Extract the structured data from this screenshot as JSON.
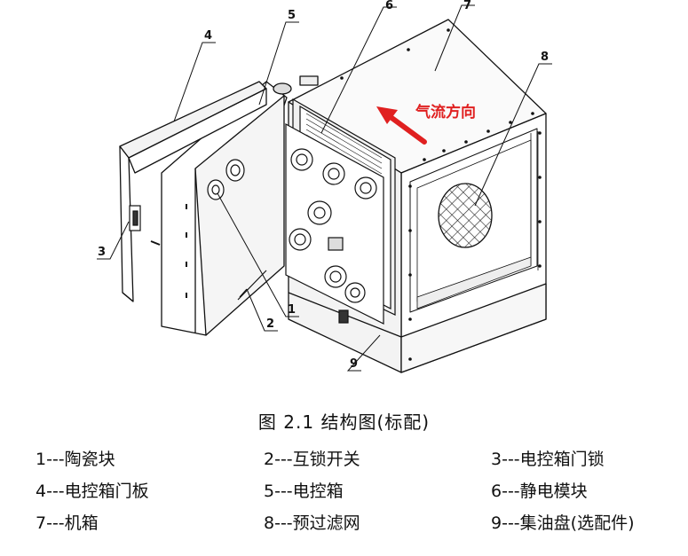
{
  "figure": {
    "airflow_label": "气流方向",
    "accent_color": "#e02020",
    "callouts": [
      "1",
      "2",
      "3",
      "4",
      "5",
      "6",
      "7",
      "8",
      "9"
    ]
  },
  "caption": "图 2.1   结构图(标配)",
  "legend": [
    "1---陶瓷块",
    "2---互锁开关",
    "3---电控箱门锁",
    "4---电控箱门板",
    "5---电控箱",
    "6---静电模块",
    "7---机箱",
    "8---预过滤网",
    "9---集油盘(选配件)"
  ]
}
